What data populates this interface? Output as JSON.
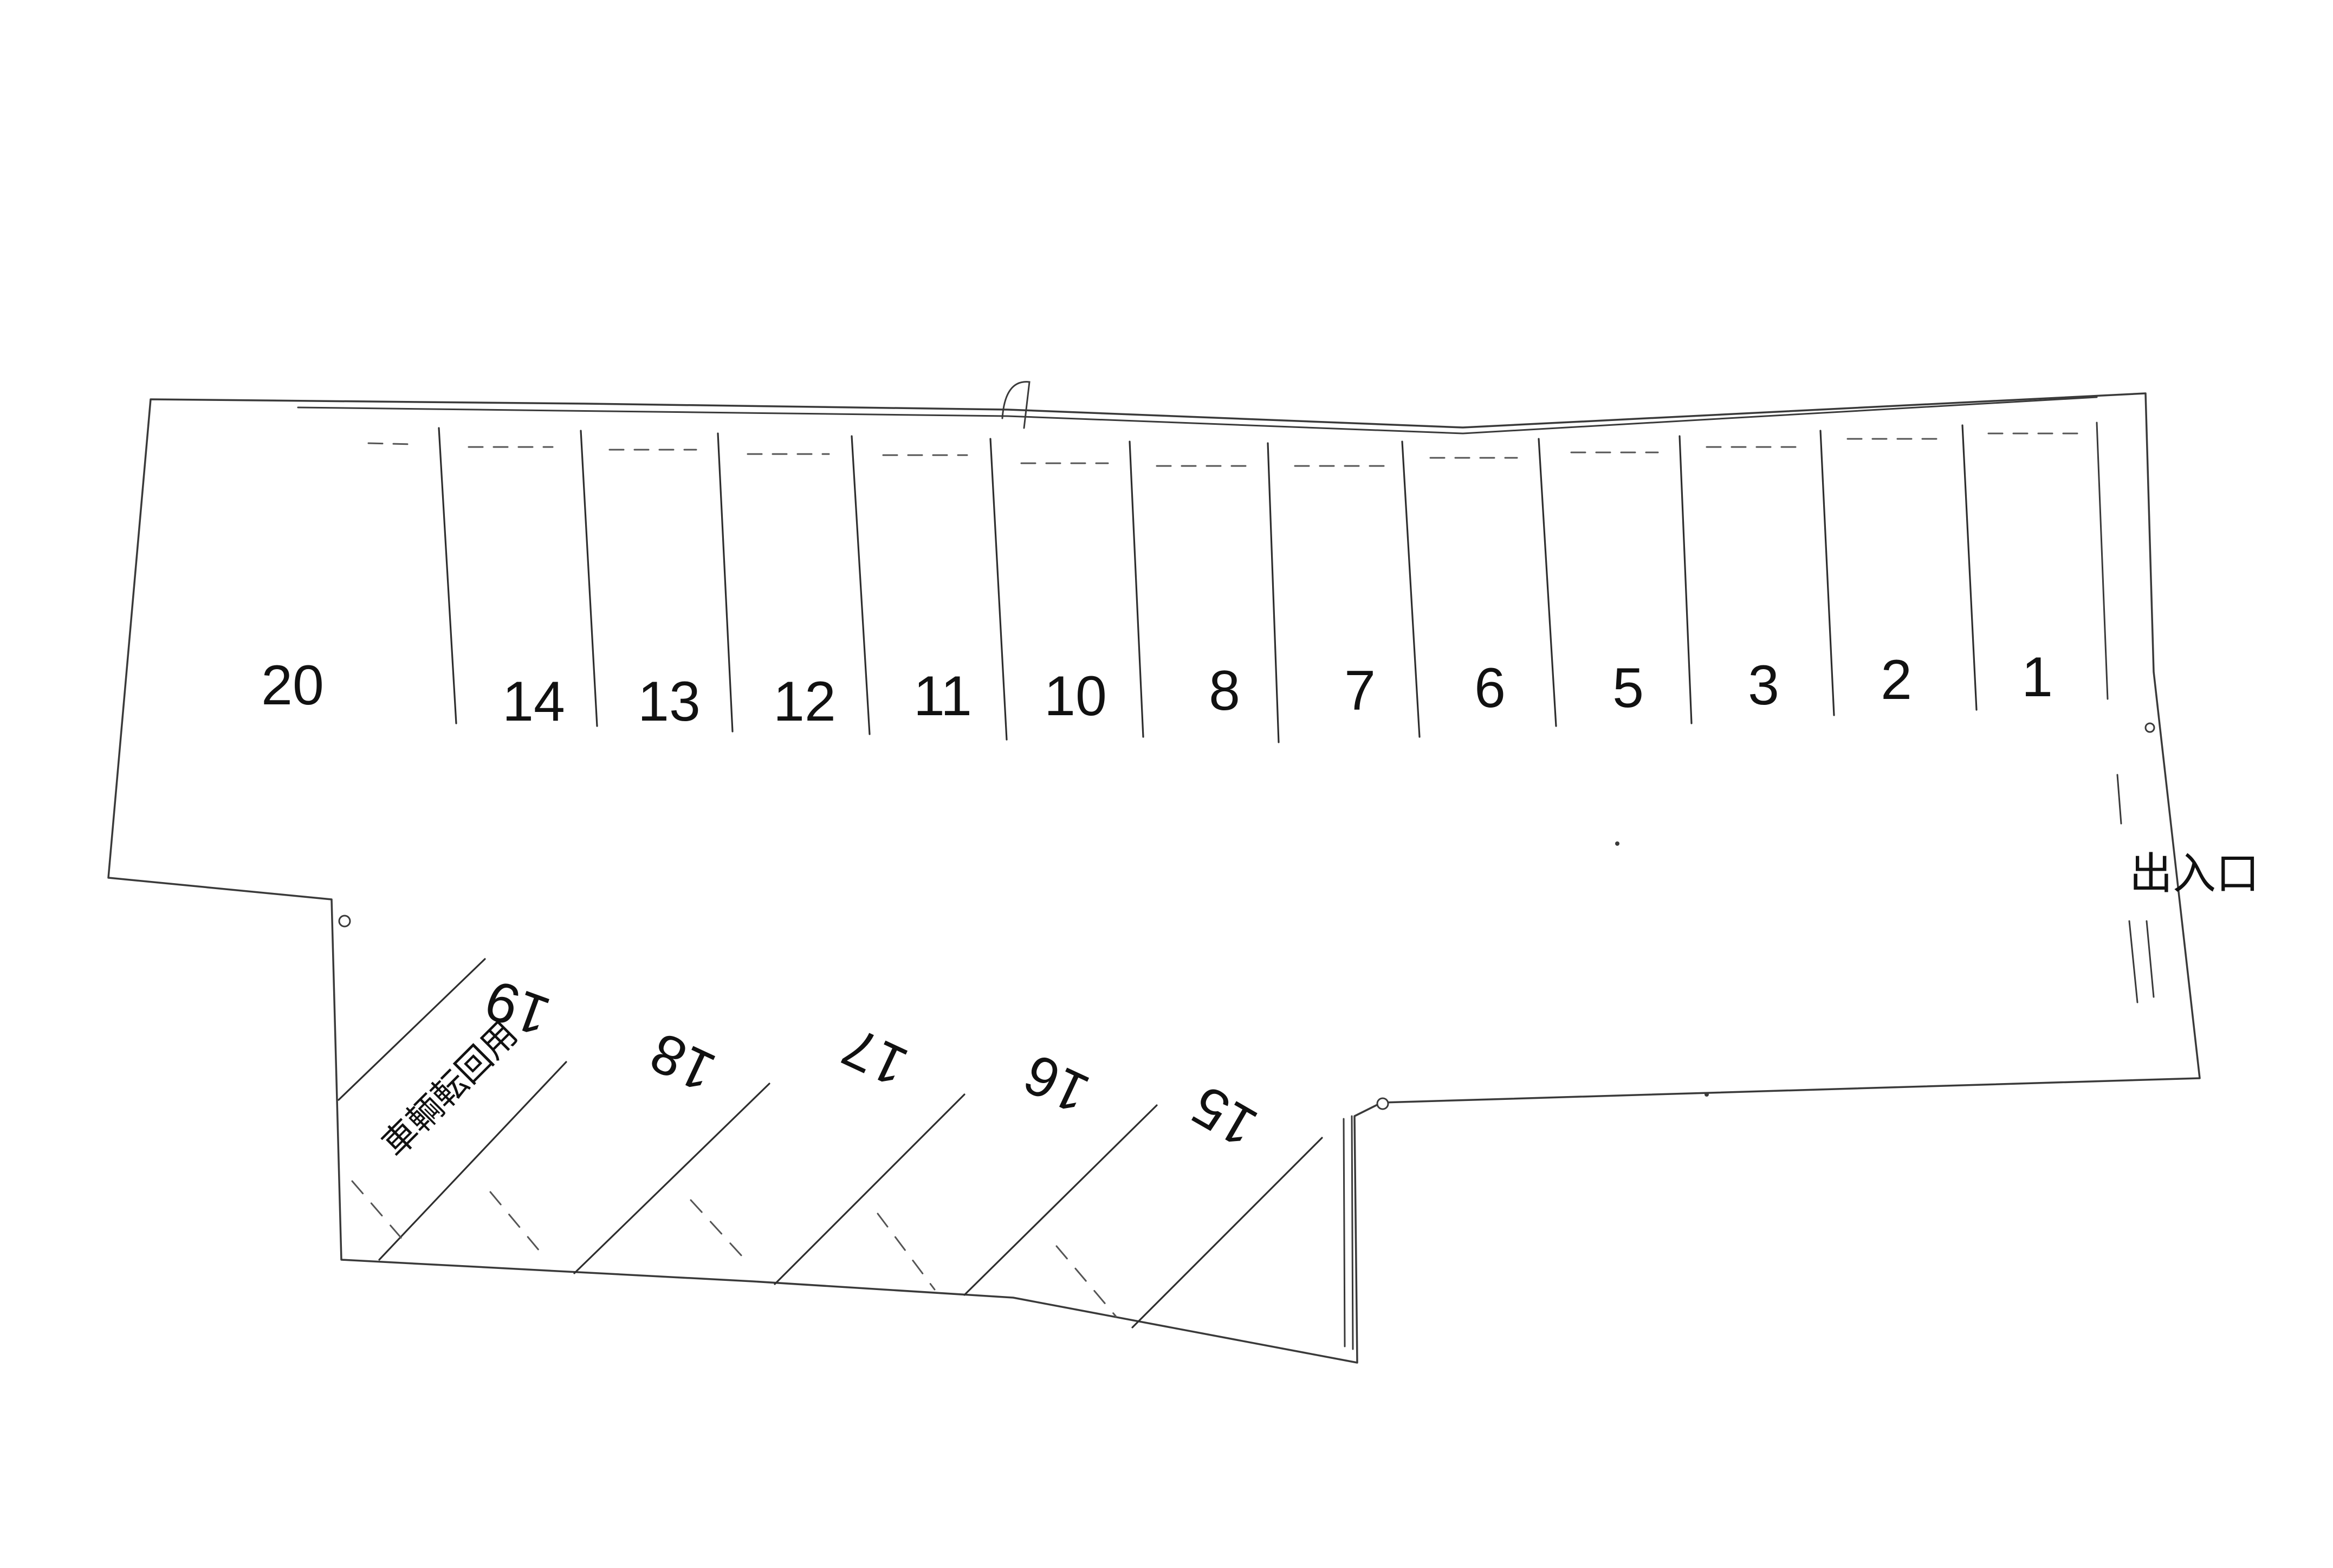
{
  "diagram": {
    "top_row_stalls": [
      "20",
      "14",
      "13",
      "12",
      "11",
      "10",
      "8",
      "7",
      "6",
      "5",
      "3",
      "2",
      "1"
    ],
    "bottom_row_stalls": [
      "19",
      "18",
      "17",
      "16",
      "15"
    ],
    "entrance_label": "出入口",
    "turnaround_label": "車輌転回用"
  }
}
